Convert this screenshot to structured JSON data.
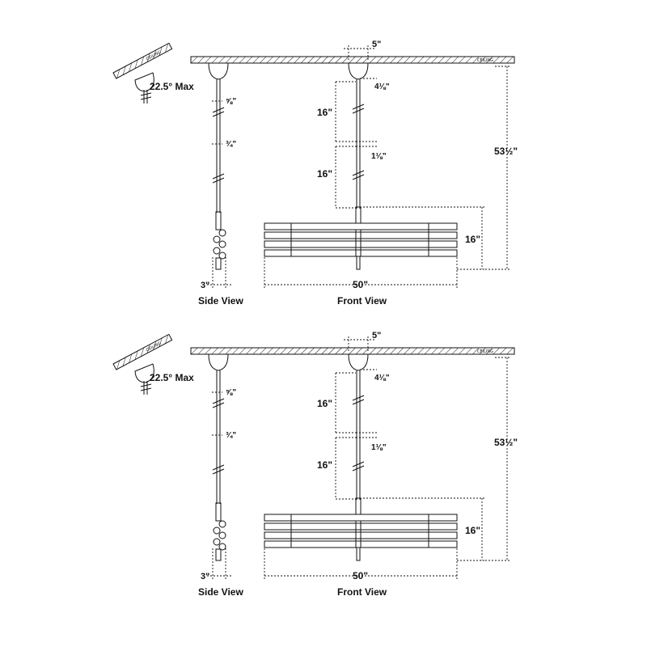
{
  "colors": {
    "ink": "#111111",
    "background": "#ffffff"
  },
  "ceiling_label": "CEILING",
  "panels": [
    {
      "id": "panel-top",
      "slope_max": "22.5° Max",
      "side_view": {
        "caption": "Side View",
        "upper_rod": "⅝\"",
        "lower_rod": "¾\"",
        "width": "3\""
      },
      "front_view": {
        "caption": "Front View",
        "canopy_width": "5\"",
        "canopy_height": "4⅛\"",
        "rod_1": "16\"",
        "coupler": "1⅛\"",
        "rod_2": "16\"",
        "fixture_height": "16\"",
        "overall_height": "53½\"",
        "width": "50\""
      }
    },
    {
      "id": "panel-bottom",
      "slope_max": "22.5° Max",
      "side_view": {
        "caption": "Side View",
        "upper_rod": "⅝\"",
        "lower_rod": "¾\"",
        "width": "3\""
      },
      "front_view": {
        "caption": "Front View",
        "canopy_width": "5\"",
        "canopy_height": "4⅛\"",
        "rod_1": "16\"",
        "coupler": "1⅛\"",
        "rod_2": "16\"",
        "fixture_height": "16\"",
        "overall_height": "53½\"",
        "width": "50\""
      }
    }
  ]
}
